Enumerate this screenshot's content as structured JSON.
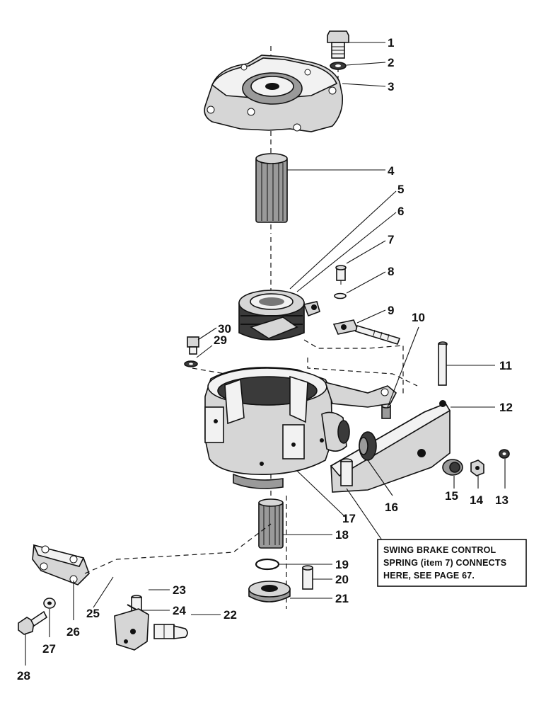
{
  "diagram": {
    "note_lines": [
      "SWING BRAKE CONTROL",
      "SPRING (item 7) CONNECTS",
      "HERE, SEE PAGE 67."
    ],
    "callouts": {
      "c1": "1",
      "c2": "2",
      "c3": "3",
      "c4": "4",
      "c5": "5",
      "c6": "6",
      "c7": "7",
      "c8": "8",
      "c9": "9",
      "c10": "10",
      "c11": "11",
      "c12": "12",
      "c13": "13",
      "c14": "14",
      "c15": "15",
      "c16": "16",
      "c17": "17",
      "c18": "18",
      "c19": "19",
      "c20": "20",
      "c21": "21",
      "c22": "22",
      "c23": "23",
      "c24": "24",
      "c25": "25",
      "c26": "26",
      "c27": "27",
      "c28": "28",
      "c29": "29",
      "c30": "30"
    }
  }
}
